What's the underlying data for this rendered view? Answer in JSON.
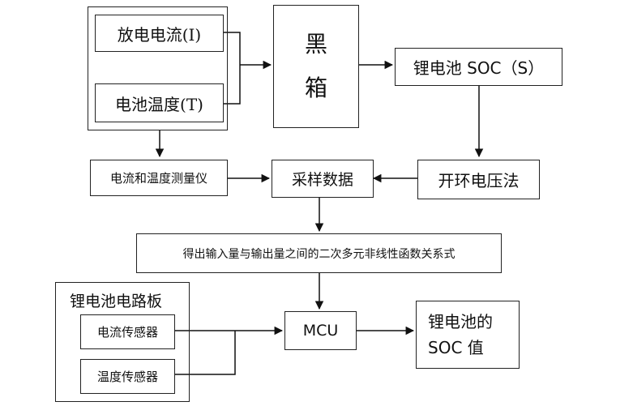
{
  "nodes": {
    "discharge_current": "放电电流(I)",
    "battery_temp": "电池温度(T)",
    "black_box_line1": "黑",
    "black_box_line2": "箱",
    "battery_soc": "锂电池 SOC（S）",
    "meter": "电流和温度测量仪",
    "sampling": "采样数据",
    "ocv_method": "开环电压法",
    "relation": "得出输入量与输出量之间的二次多元非线性函数关系式",
    "circuit_board": "锂电池电路板",
    "current_sensor": "电流传感器",
    "temp_sensor": "温度传感器",
    "mcu": "MCU",
    "soc_out_line1": "锂电池的",
    "soc_out_line2": "SOC 值"
  }
}
